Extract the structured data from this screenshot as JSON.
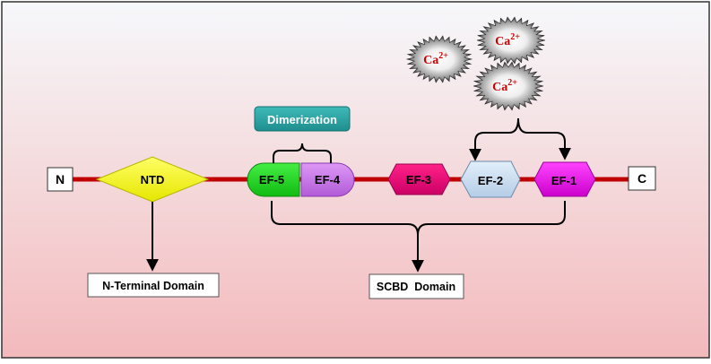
{
  "ends": {
    "n_label": "N",
    "c_label": "C"
  },
  "domains": {
    "ntd": "NTD",
    "ef5": "EF-5",
    "ef4": "EF-4",
    "ef3": "EF-3",
    "ef2": "EF-2",
    "ef1": "EF-1"
  },
  "labels": {
    "dimerization": "Dimerization",
    "n_terminal_domain": "N-Terminal Domain",
    "scbd_domain": "SCBD  Domain"
  },
  "calcium": {
    "base": "Ca",
    "charge": "2+"
  },
  "colors": {
    "backbone": "#c00000",
    "ntd": "#ffff00",
    "ef5": "#22dd22",
    "ef4": "#cc77ee",
    "ef3": "#ee0077",
    "ef2": "#c6dcf2",
    "ef1": "#ee11ee",
    "dimerization_box": "#2aa3a3",
    "calcium_text": "#cc0000"
  }
}
